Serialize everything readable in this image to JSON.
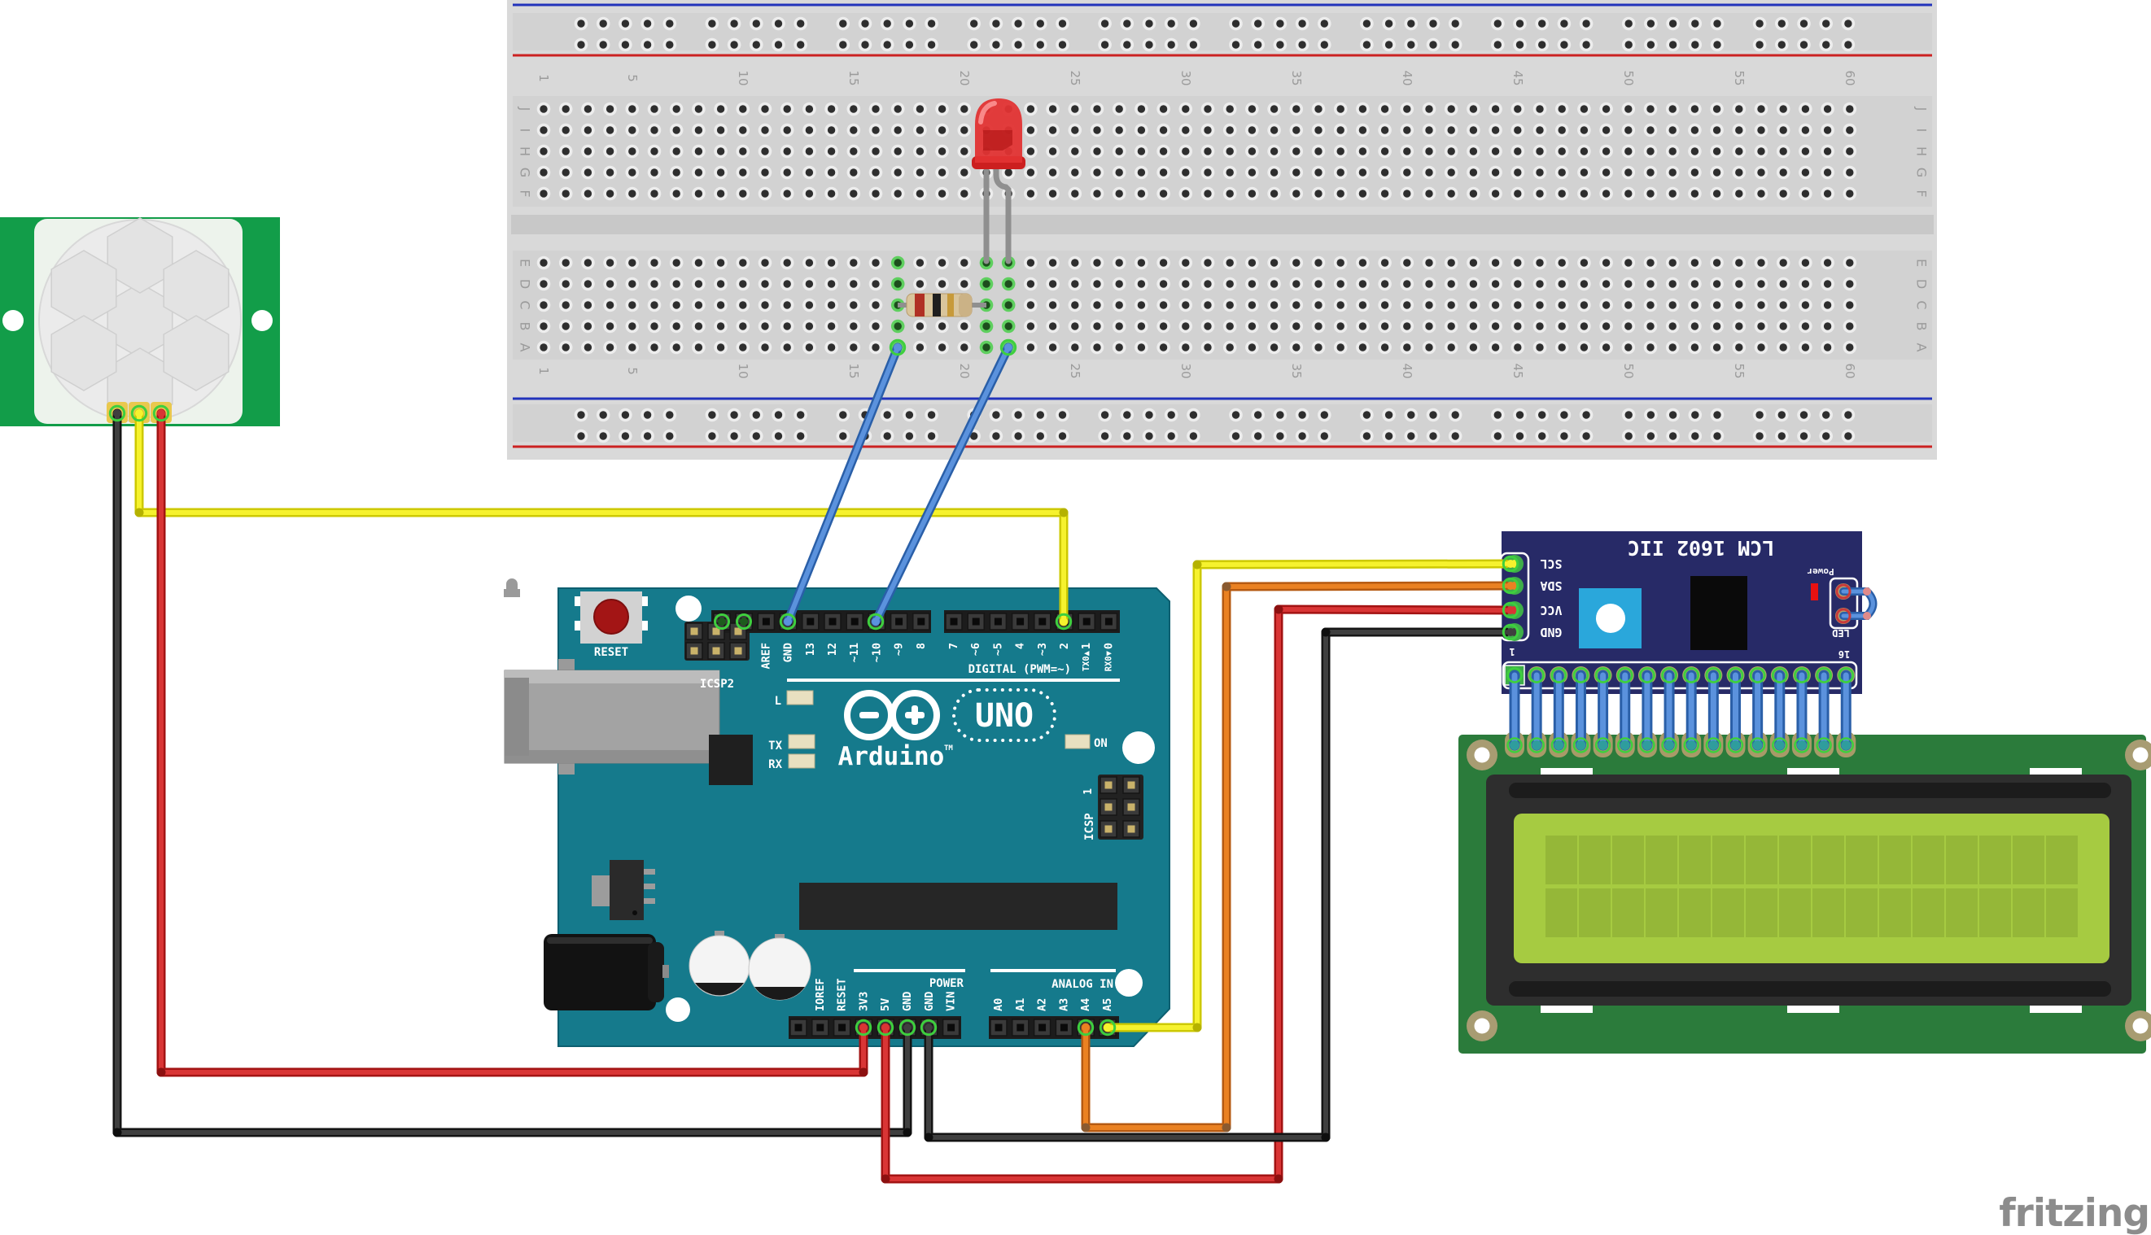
{
  "watermark": "fritzing",
  "colors": {
    "page-bg": "#ffffff",
    "bb-body": "#d9d9d9",
    "bb-strip": "#d2d2d2",
    "bb-channel": "#c8c8c8",
    "bb-rail-blue": "#2233bb",
    "bb-rail-red": "#cc2222",
    "hole-dark": "#2e2e2e",
    "hole-light": "#ededed",
    "net-green": "#3ecf3e",
    "arduino-teal": "#157a8c",
    "arduino-teal-dark": "#0d5f70",
    "header-black": "#1c1c1c",
    "pir-green": "#129d49",
    "pad-gold": "#e9c84e",
    "lcm-navy": "#272a67",
    "lcd-pcb": "#2b7b3b",
    "lcd-screen": "#a6cb41",
    "lcd-cell": "#95b738",
    "led-red": "#e23333",
    "resistor-body": "#d9c59c",
    "usb-gray": "#a3a3a3",
    "wire-black-dark": "#141414",
    "wire-black-light": "#3f3f3f",
    "wire-red-dark": "#a31313",
    "wire-red-light": "#d93535",
    "wire-yellow-dark": "#cdc900",
    "wire-yellow-light": "#f6f22e",
    "wire-blue-dark": "#2a5fa8",
    "wire-blue-light": "#5b92dd",
    "wire-orange-dark": "#b55a12",
    "wire-orange-light": "#ea8122",
    "fritzing-gray": "#8c8c8c"
  },
  "breadboard": {
    "row_letters_top": [
      "J",
      "I",
      "H",
      "G",
      "F"
    ],
    "row_letters_bottom": [
      "E",
      "D",
      "C",
      "B",
      "A"
    ],
    "column_numbers": [
      1,
      5,
      10,
      15,
      20,
      25,
      30,
      35,
      40,
      45,
      50,
      55,
      60
    ],
    "highlighted_columns": [
      17,
      21,
      22
    ]
  },
  "arduino": {
    "reset_label": "RESET",
    "icsp2_label": "ICSP2",
    "icsp_label": "ICSP",
    "icsp_pin1": "1",
    "digital_caption": "DIGITAL (PWM=~)",
    "digital_pins_left": [
      "",
      "",
      "AREF",
      "GND",
      "13",
      "12",
      "~11",
      "~10",
      "~9",
      "8"
    ],
    "digital_pins_right": [
      "7",
      "~6",
      "~5",
      "4",
      "~3",
      "2",
      "1",
      "0"
    ],
    "tx_label": "TX0▲",
    "rx_label": "RX0▼",
    "led_l": "L",
    "led_tx": "TX",
    "led_rx": "RX",
    "led_on": "ON",
    "logo_uno": "UNO",
    "logo_brand": "Arduino",
    "logo_tm": "TM",
    "power_caption": "POWER",
    "analog_caption": "ANALOG IN",
    "power_pins": [
      "",
      "IOREF",
      "RESET",
      "3V3",
      "5V",
      "GND",
      "GND",
      "VIN"
    ],
    "analog_pins": [
      "A0",
      "A1",
      "A2",
      "A3",
      "A4",
      "A5"
    ]
  },
  "lcm": {
    "title": "LCM 1602 IIC",
    "pin_labels": [
      "SCL",
      "SDA",
      "VCC",
      "GND"
    ],
    "power_label": "Power",
    "led_label": "LED",
    "pin1_label": "1",
    "pin16_label": "16"
  },
  "wires": [
    {
      "id": "wire-pir-gnd-to-arduino-gnd",
      "color": "black"
    },
    {
      "id": "wire-pir-out-to-arduino-d2",
      "color": "yellow"
    },
    {
      "id": "wire-pir-vcc-to-arduino-3v3",
      "color": "red"
    },
    {
      "id": "wire-breadboard-a17-to-arduino-gnd",
      "color": "blue"
    },
    {
      "id": "wire-breadboard-a22-to-arduino-d10",
      "color": "blue"
    },
    {
      "id": "wire-arduino-a5-to-lcm-scl",
      "color": "yellow"
    },
    {
      "id": "wire-arduino-a4-to-lcm-sda",
      "color": "orange"
    },
    {
      "id": "wire-arduino-5v-to-lcm-vcc",
      "color": "red"
    },
    {
      "id": "wire-arduino-gnd-to-lcm-gnd",
      "color": "black"
    }
  ]
}
